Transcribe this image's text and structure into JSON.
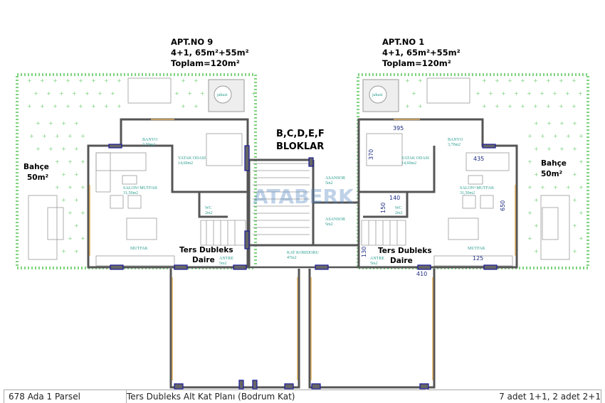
{
  "apartments": [
    {
      "name": "APT.NO 9",
      "type": "4+1, 65m²+55m²",
      "total": "Toplam=120m²"
    },
    {
      "name": "APT.NO 1",
      "type": "4+1, 65m²+55m²",
      "total": "Toplam=120m²"
    }
  ],
  "blocks": {
    "line1": "B,C,D,E,F",
    "line2": "BLOKLAR"
  },
  "garden": {
    "label": "Bahçe",
    "area": "50m²"
  },
  "jacuzzi": "jakuzi",
  "unit_label": {
    "line1": "Ters Dubleks",
    "line2": "Daire"
  },
  "rooms": {
    "banyo": {
      "name": "BANYO",
      "area": "3,70m2"
    },
    "yatak": {
      "name": "YATAK ODASI",
      "area": "14,60m2"
    },
    "salon": {
      "name": "SALON+MUTFAK",
      "area": "31,50m2"
    },
    "wc": {
      "name": "WC",
      "area": "2m2"
    },
    "mutfak": {
      "name": "MUTFAK"
    },
    "antre": {
      "name": "ANTRE",
      "area": "5m2"
    },
    "koridor": {
      "name": "KAT KORIDORU",
      "area": "47m2"
    },
    "asansor": {
      "name": "ASANSOR",
      "area": "5m2"
    }
  },
  "dimensions": [
    "395",
    "370",
    "435",
    "140",
    "150",
    "650",
    "130",
    "410",
    "125"
  ],
  "watermark": "ATABERK",
  "footer": {
    "parcel": "678 Ada 1 Parsel",
    "plan_title": "Ters Dubleks Alt Kat Planı (Bodrum Kat)",
    "units": "7 adet 1+1, 2 adet 2+1"
  },
  "colors": {
    "garden": "#7fd37f",
    "window": "#1a1a9a",
    "room_text": "#2a9d8f",
    "wall": "#555555"
  }
}
